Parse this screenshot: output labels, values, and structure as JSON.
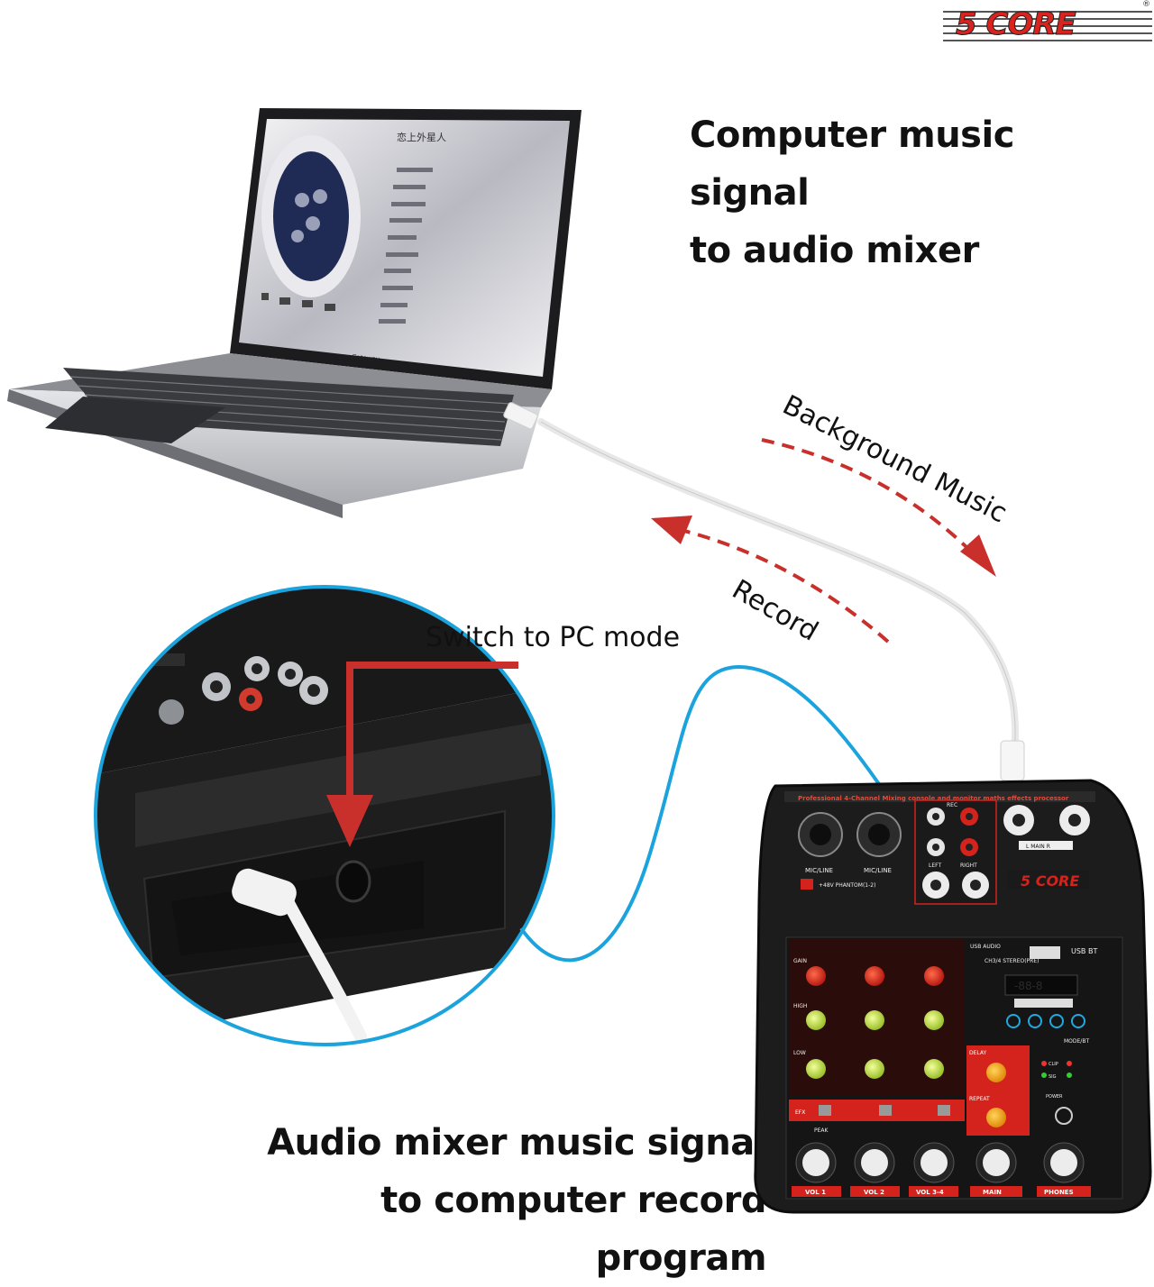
{
  "brand": {
    "logo_text": "5 CORE",
    "registered_mark": "®"
  },
  "headings": {
    "top_line1": "Computer music signal",
    "top_line2": "to audio mixer",
    "bottom_line1": "Audio mixer music signal",
    "bottom_line2": "to computer record program"
  },
  "labels": {
    "switch": "Switch to PC mode",
    "background_music": "Background Music",
    "record": "Record"
  },
  "laptop": {
    "brand": "Gateway",
    "screen_title": "恋上外星人"
  },
  "mixer": {
    "header": "Professional 4-Channel Mixing console and monitor maths effects processor",
    "logo": "5 CORE",
    "inputs": [
      "MIC/LINE",
      "MIC/LINE"
    ],
    "phantom": "+48V PHANTOM(1-2)",
    "main_label": "L  MAIN  R",
    "rec_label": "REC",
    "left_label": "LEFT",
    "right_label": "RIGHT",
    "usb_audio": "USB AUDIO",
    "ch34": "CH3/4 STEREO(PRE)",
    "usb_bt": "USB BT",
    "channel_rows": [
      "GAIN",
      "HIGH",
      "LOW"
    ],
    "efx": "EFX",
    "peak": "PEAK",
    "delay": "DELAY",
    "repeat": "REPEAT",
    "clip": "CLIP",
    "sig": "SIG",
    "power": "POWER",
    "mode": "MODE/BT",
    "bottom_labels": [
      "VOL 1",
      "VOL 2",
      "VOL 3-4",
      "MAIN",
      "PHONES"
    ]
  },
  "colors": {
    "accent_red": "#d3231c",
    "arrow_red": "#c9302c",
    "cable_blue": "#1aa3dc",
    "mixer_body": "#1c1c1c"
  }
}
